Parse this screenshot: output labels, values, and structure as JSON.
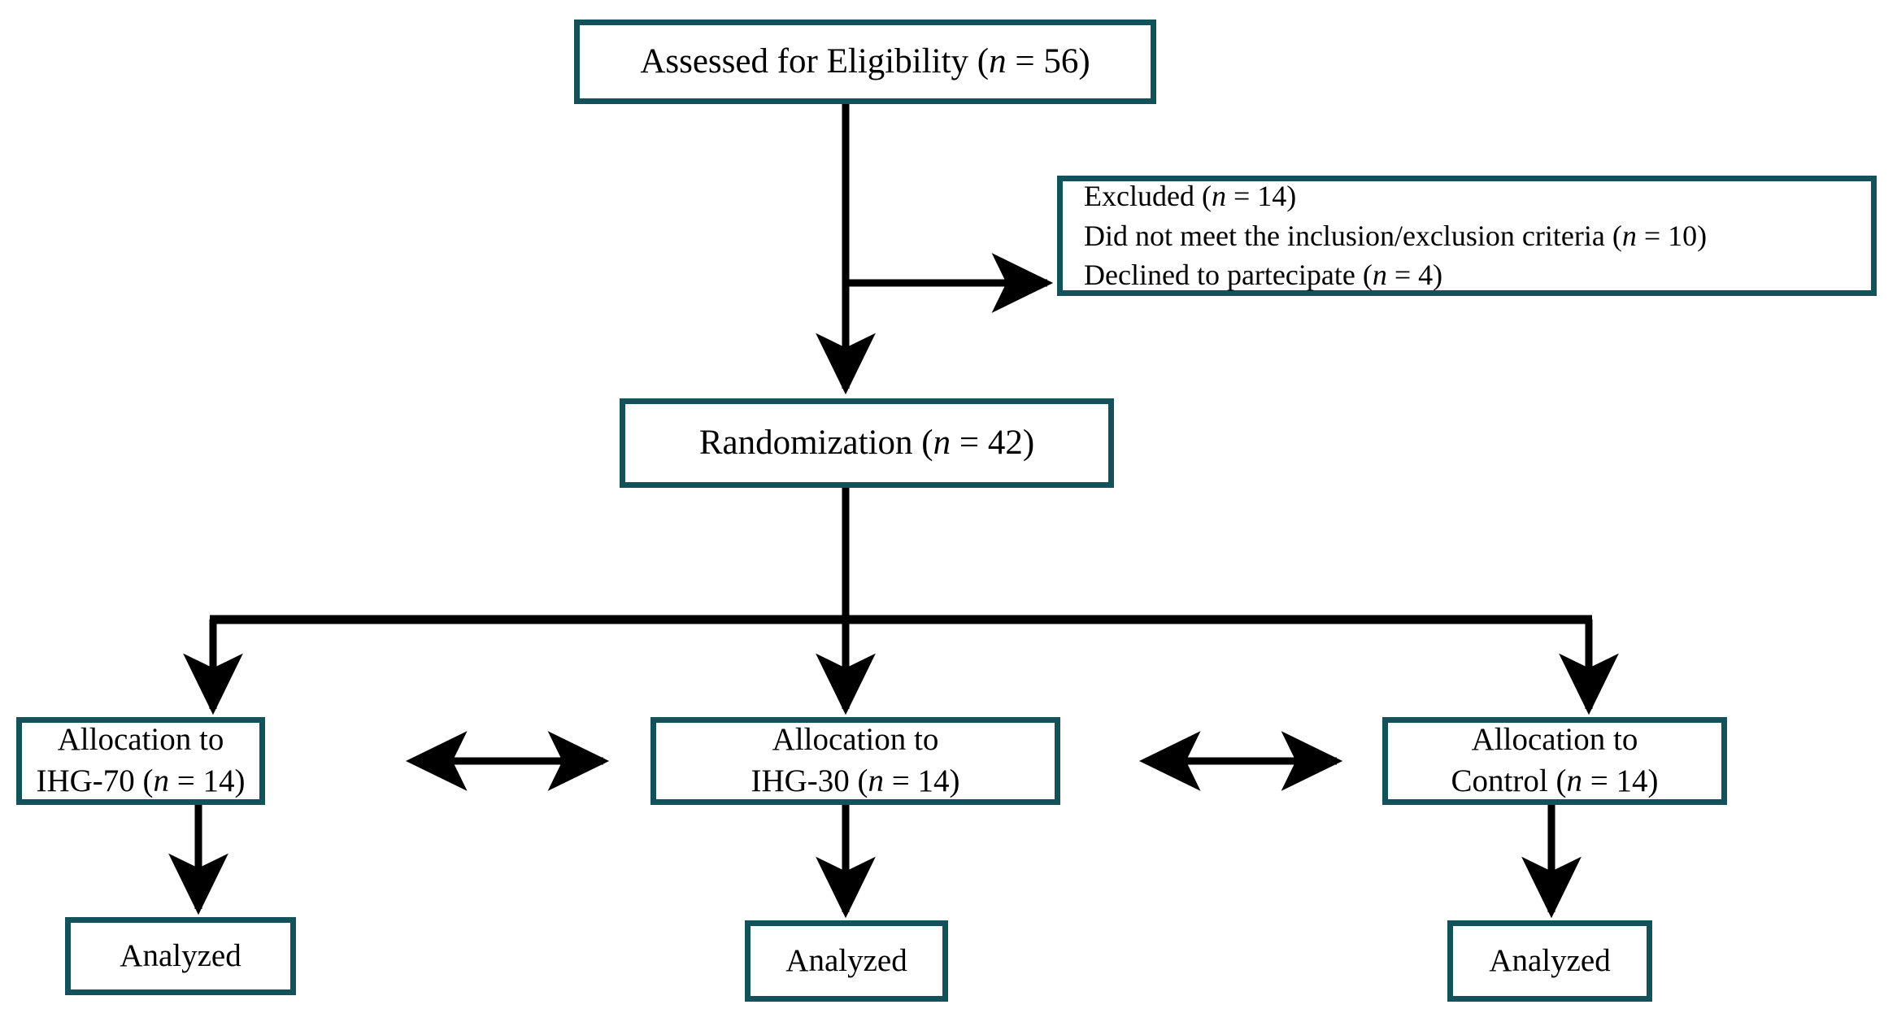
{
  "diagram": {
    "type": "consort-flow-diagram",
    "title": "CONSORT participant flow",
    "colors": {
      "box_border": "#14525b",
      "box_fill": "#ffffff",
      "connector": "#000000",
      "text": "#000000"
    }
  },
  "nodes": {
    "eligibility": {
      "name": "assessed-for-eligibility",
      "lines": [
        {
          "text": "Assessed for  Eligibility (",
          "italic": "n",
          "tail": " = 56)"
        }
      ],
      "label": "Assessed for  Eligibility (n = 56)",
      "n": 56
    },
    "excluded": {
      "name": "excluded",
      "lines": [
        {
          "text": "Excluded (",
          "italic": "n",
          "tail": " = 14)"
        },
        {
          "text": "Did not meet the inclusion/exclusion criteria (",
          "italic": "n",
          "tail": " = 10)"
        },
        {
          "text": "Declined to partecipate (",
          "italic": "n",
          "tail": " = 4)"
        }
      ],
      "label": "Excluded (n = 14); Did not meet the inclusion/exclusion criteria (n = 10); Declined to partecipate (n = 4)",
      "n": 14,
      "reasons": [
        {
          "reason": "Did not meet the inclusion/exclusion criteria",
          "n": 10
        },
        {
          "reason": "Declined to partecipate",
          "n": 4
        }
      ]
    },
    "randomization": {
      "name": "randomization",
      "lines": [
        {
          "text": "Randomization (",
          "italic": "n",
          "tail": " = 42)"
        }
      ],
      "label": "Randomization (n = 42)",
      "n": 42
    },
    "alloc_ihg70": {
      "name": "allocation-ihg-70",
      "lines": [
        {
          "text": "Allocation to",
          "italic": "",
          "tail": ""
        },
        {
          "text": "IHG-70 (",
          "italic": "n",
          "tail": " = 14)"
        }
      ],
      "label": "Allocation to IHG-70 (n = 14)",
      "arm": "IHG-70",
      "n": 14
    },
    "alloc_ihg30": {
      "name": "allocation-ihg-30",
      "lines": [
        {
          "text": "Allocation to",
          "italic": "",
          "tail": ""
        },
        {
          "text": "IHG-30 (",
          "italic": "n",
          "tail": " = 14)"
        }
      ],
      "label": "Allocation to IHG-30 (n = 14)",
      "arm": "IHG-30",
      "n": 14
    },
    "alloc_control": {
      "name": "allocation-control",
      "lines": [
        {
          "text": "Allocation to",
          "italic": "",
          "tail": ""
        },
        {
          "text": "Control (",
          "italic": "n",
          "tail": " = 14)"
        }
      ],
      "label": "Allocation to Control (n = 14)",
      "arm": "Control",
      "n": 14
    },
    "analyzed_left": {
      "name": "analyzed-ihg-70",
      "lines": [
        {
          "text": "Analyzed",
          "italic": "",
          "tail": ""
        }
      ],
      "label": "Analyzed",
      "arm": "IHG-70"
    },
    "analyzed_middle": {
      "name": "analyzed-ihg-30",
      "lines": [
        {
          "text": "Analyzed",
          "italic": "",
          "tail": ""
        }
      ],
      "label": "Analyzed",
      "arm": "IHG-30"
    },
    "analyzed_right": {
      "name": "analyzed-control",
      "lines": [
        {
          "text": "Analyzed",
          "italic": "",
          "tail": ""
        }
      ],
      "label": "Analyzed",
      "arm": "Control"
    }
  },
  "connectors": [
    {
      "name": "eligibility-to-randomization",
      "from": "eligibility",
      "to": "randomization",
      "style": "arrow-down"
    },
    {
      "name": "eligibility-to-excluded",
      "from": "eligibility",
      "to": "excluded",
      "style": "arrow-right"
    },
    {
      "name": "randomization-to-allocation-split",
      "from": "randomization",
      "to": "allocation-arms",
      "style": "split-three-down"
    },
    {
      "name": "ihg70-to-ihg30-comparison",
      "from": "alloc_ihg70",
      "to": "alloc_ihg30",
      "style": "double-arrow-horizontal"
    },
    {
      "name": "ihg30-to-control-comparison",
      "from": "alloc_ihg30",
      "to": "alloc_control",
      "style": "double-arrow-horizontal"
    },
    {
      "name": "ihg70-to-analyzed",
      "from": "alloc_ihg70",
      "to": "analyzed_left",
      "style": "arrow-down"
    },
    {
      "name": "ihg30-to-analyzed",
      "from": "alloc_ihg30",
      "to": "analyzed_middle",
      "style": "arrow-down"
    },
    {
      "name": "control-to-analyzed",
      "from": "alloc_control",
      "to": "analyzed_right",
      "style": "arrow-down"
    }
  ]
}
